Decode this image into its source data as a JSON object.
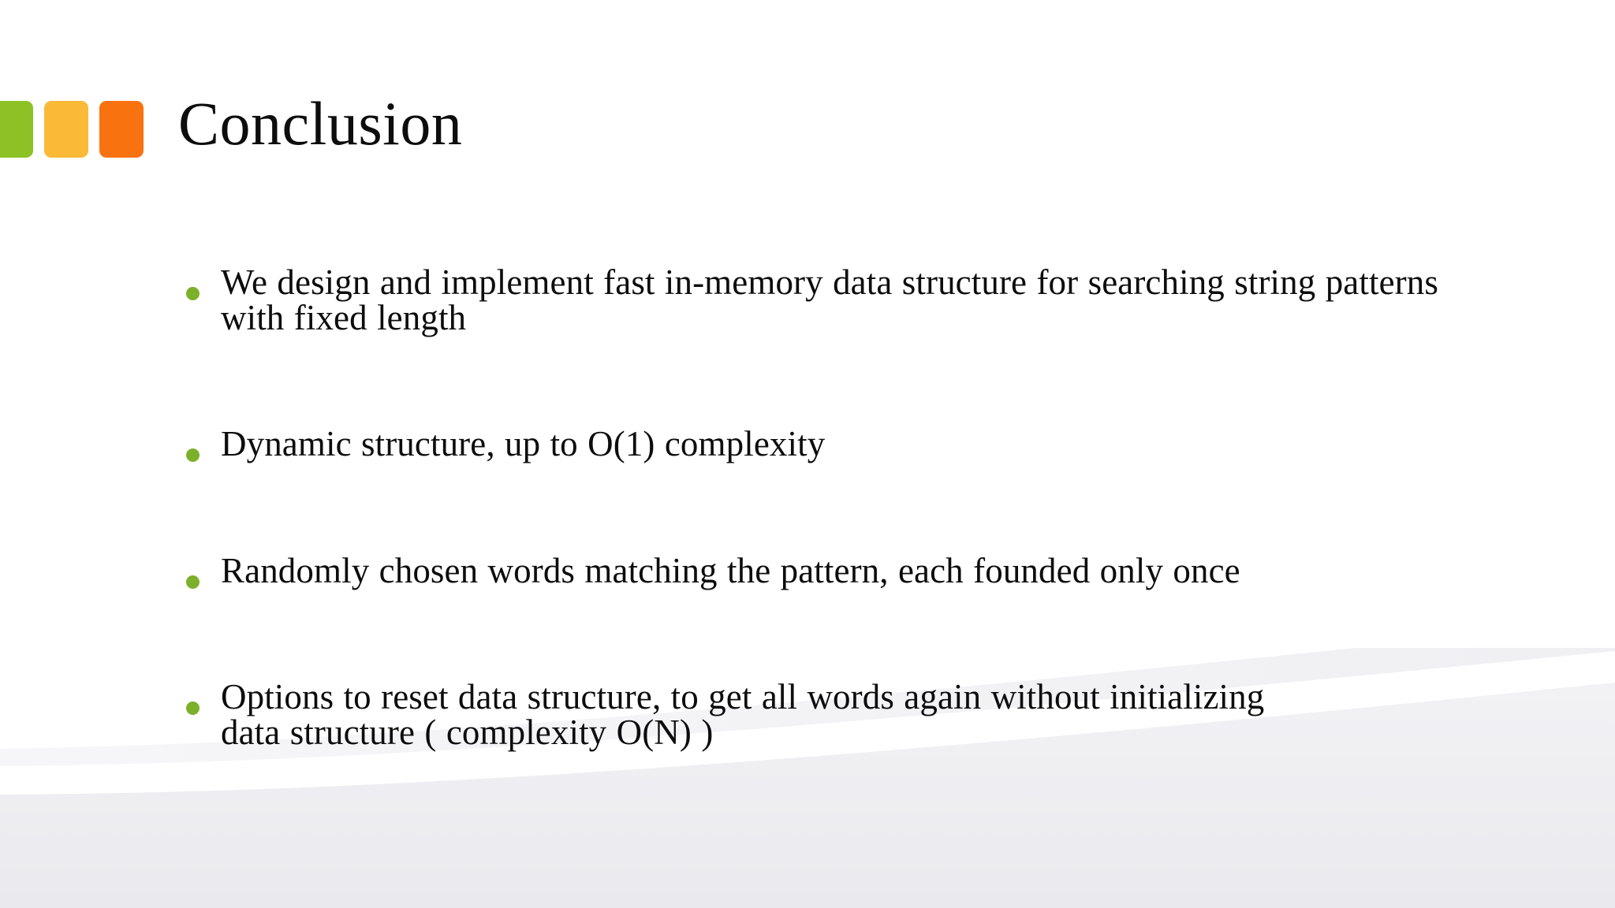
{
  "slide": {
    "title": "Conclusion",
    "accent_colors": {
      "tab_green": "#8CC226",
      "tab_amber": "#FBB938",
      "tab_orange": "#F97210",
      "bullet_green": "#7DB02A",
      "footer_gray": "#EDEDF0",
      "text_black": "#0D0D0D"
    },
    "bullets": [
      {
        "marker": "green-dot",
        "text": "We design and implement fast in-memory data structure for searching string patterns with fixed length"
      },
      {
        "marker": "green-dot",
        "text": "Dynamic structure, up to O(1) complexity"
      },
      {
        "marker": "green-dot",
        "text": "Randomly chosen words matching the pattern, each founded only once"
      },
      {
        "marker": "green-dot",
        "text": "Options to reset data structure, to get all words again without initializing data structure ( complexity O(N) )"
      }
    ]
  }
}
